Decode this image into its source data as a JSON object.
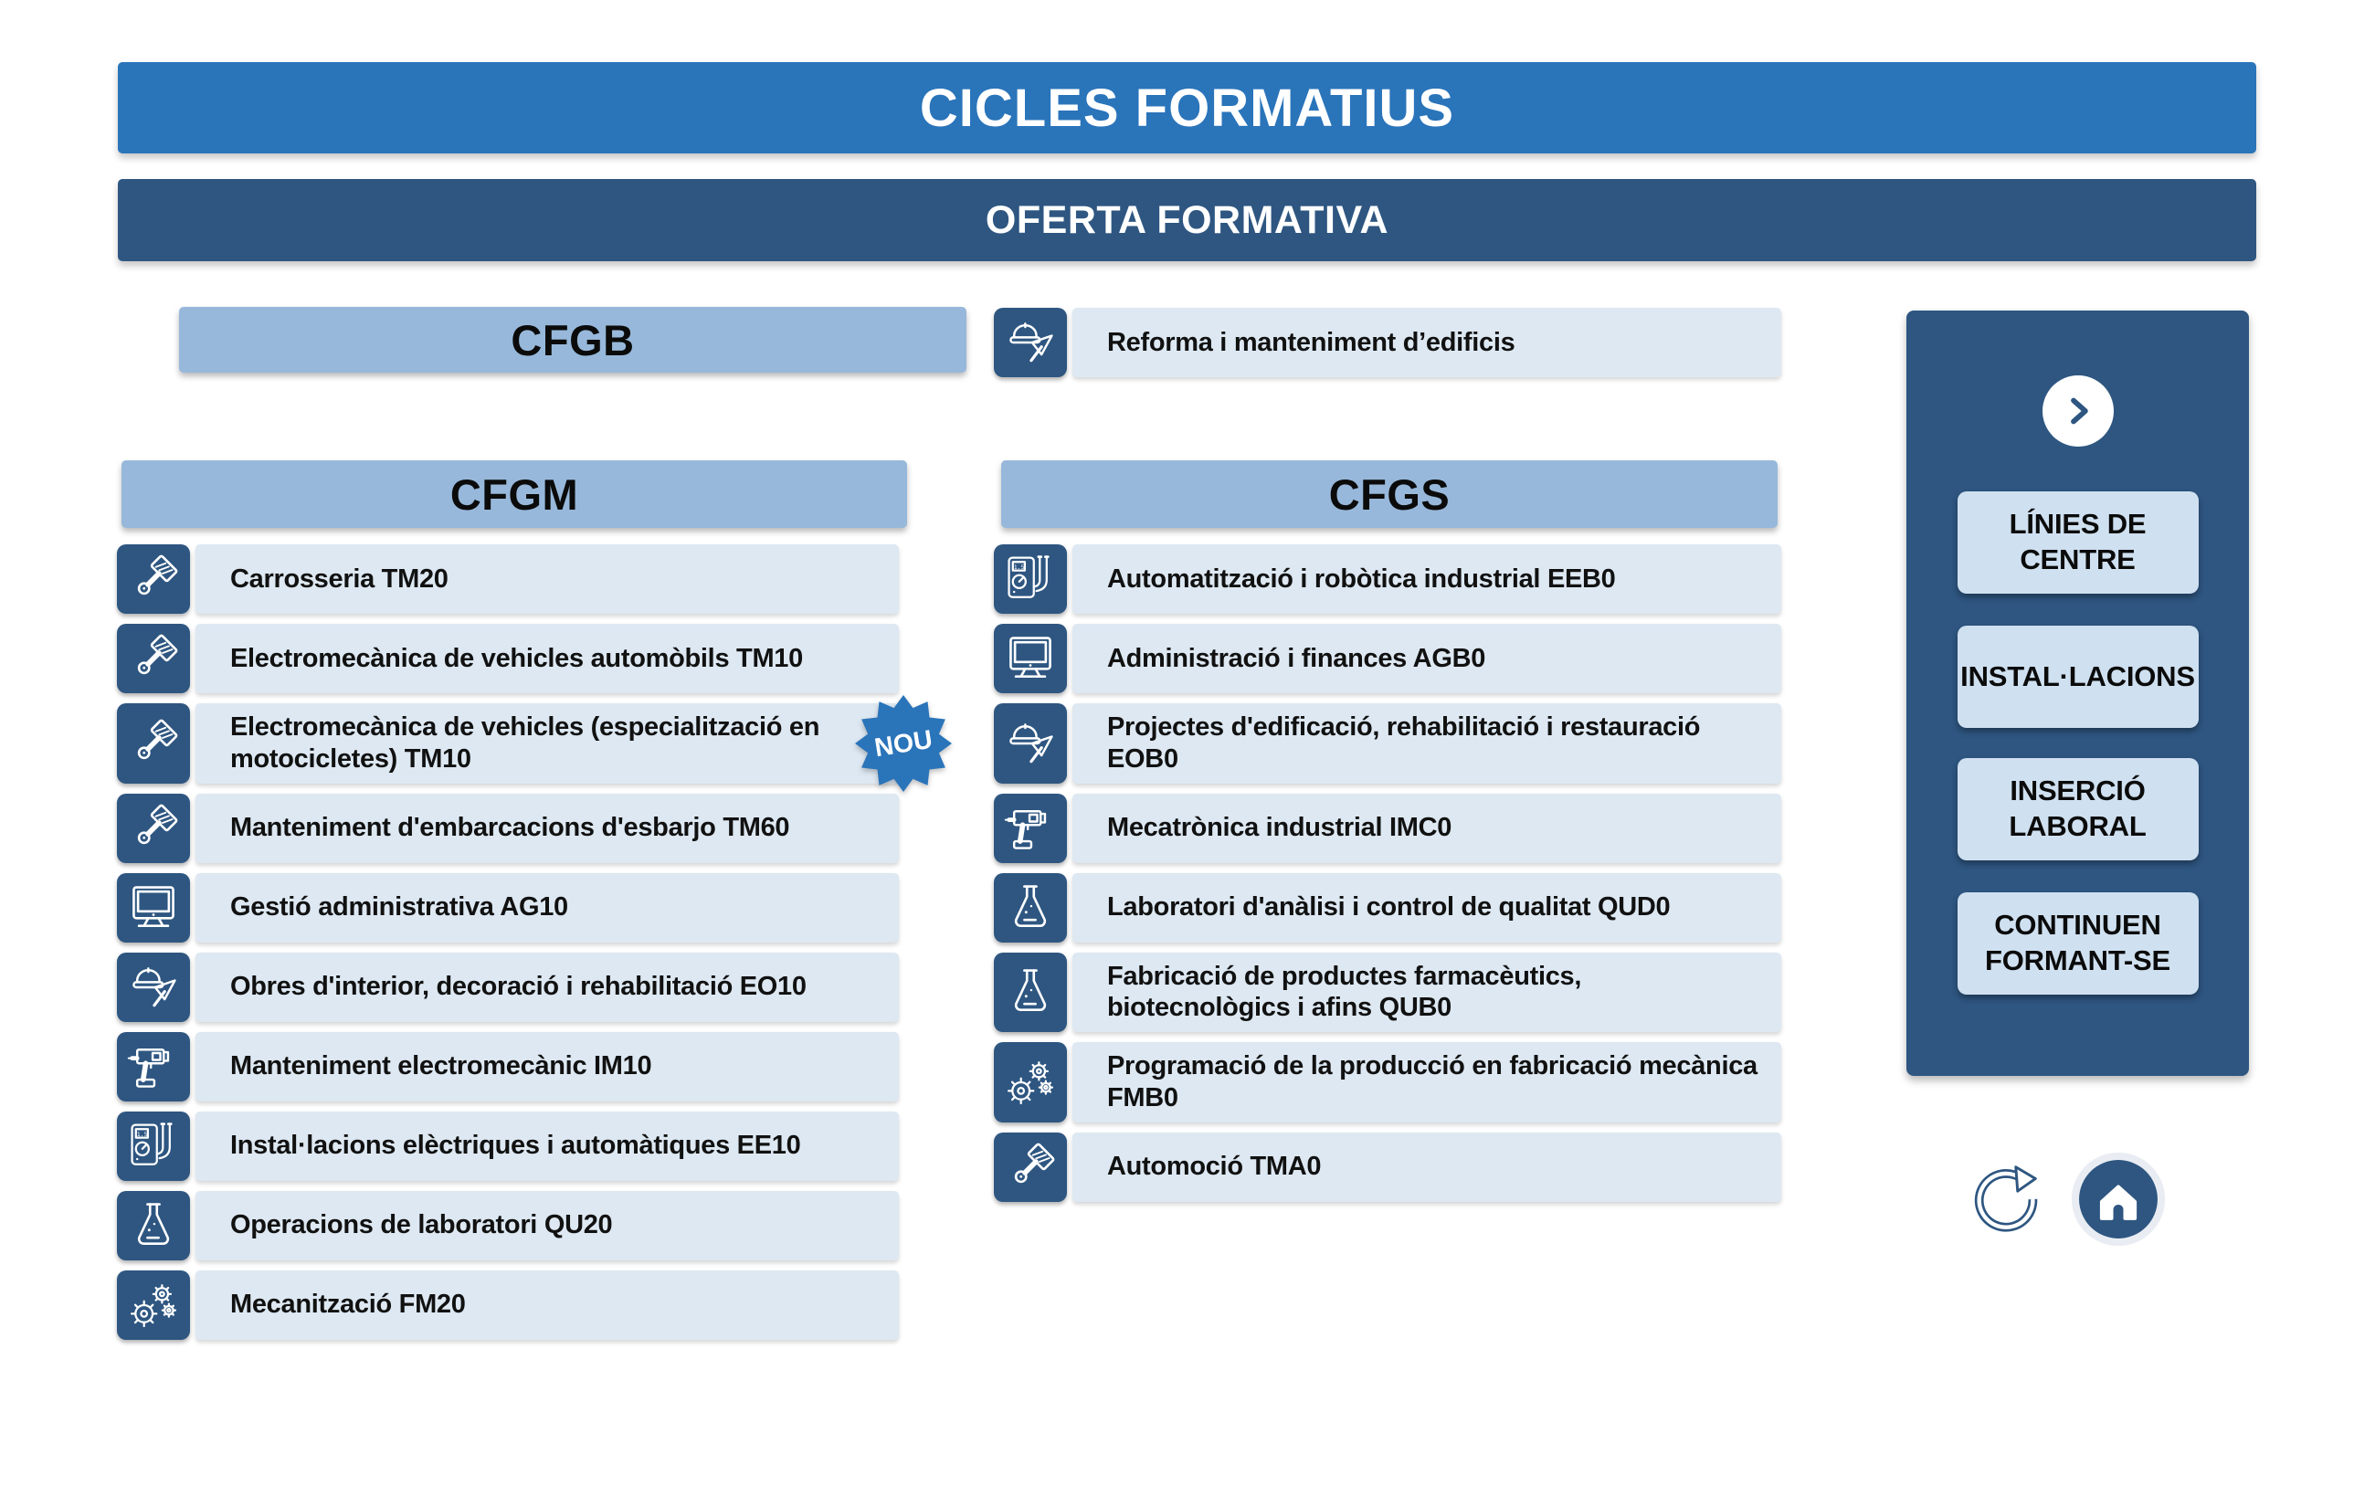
{
  "header": {
    "title": "CICLES FORMATIUS",
    "subtitle": "OFERTA FORMATIVA"
  },
  "sections": {
    "cfgb": {
      "title": "CFGB",
      "items": [
        {
          "icon": "construction-icon",
          "label": "Reforma i manteniment d’edificis"
        }
      ]
    },
    "cfgm": {
      "title": "CFGM",
      "items": [
        {
          "icon": "piston-icon",
          "label": "Carrosseria TM20"
        },
        {
          "icon": "piston-icon",
          "label": "Electromecànica de vehicles automòbils TM10"
        },
        {
          "icon": "piston-icon",
          "label": "Electromecànica de vehicles (especialització en motocicletes) TM10",
          "badge": "NOU"
        },
        {
          "icon": "piston-icon",
          "label": "Manteniment d'embarcacions d'esbarjo TM60"
        },
        {
          "icon": "monitor-icon",
          "label": "Gestió administrativa AG10"
        },
        {
          "icon": "construction-icon",
          "label": "Obres d'interior, decoració i rehabilitació EO10"
        },
        {
          "icon": "drill-icon",
          "label": "Manteniment electromecànic IM10"
        },
        {
          "icon": "multimeter-icon",
          "label": "Instal·lacions elèctriques i automàtiques EE10"
        },
        {
          "icon": "flask-icon",
          "label": "Operacions de laboratori QU20"
        },
        {
          "icon": "gears-icon",
          "label": "Mecanització FM20"
        }
      ]
    },
    "cfgs": {
      "title": "CFGS",
      "items": [
        {
          "icon": "multimeter-icon",
          "label": "Automatització i robòtica industrial EEB0"
        },
        {
          "icon": "monitor-icon",
          "label": "Administració i finances AGB0"
        },
        {
          "icon": "construction-icon",
          "label": "Projectes d'edificació, rehabilitació i restauració EOB0"
        },
        {
          "icon": "drill-icon",
          "label": "Mecatrònica industrial IMC0"
        },
        {
          "icon": "flask-icon",
          "label": "Laboratori d'anàlisi i control de qualitat QUD0"
        },
        {
          "icon": "flask-icon",
          "label": "Fabricació de productes farmacèutics, biotecnològics i afins QUB0"
        },
        {
          "icon": "gears-icon",
          "label": "Programació de la producció en fabricació mecànica FMB0"
        },
        {
          "icon": "piston-icon",
          "label": "Automoció TMA0"
        }
      ]
    }
  },
  "sidebar": {
    "nav_icon": "chevron-right-icon",
    "buttons": [
      {
        "label": "LÍNIES DE CENTRE"
      },
      {
        "label": "INSTAL·LACIONS"
      },
      {
        "label": "INSERCIÓ LABORAL"
      },
      {
        "label": "CONTINUEN FORMANT-SE"
      }
    ],
    "footer_icons": [
      "refresh-icon",
      "home-icon"
    ]
  },
  "badge": {
    "label": "NOU"
  },
  "colors": {
    "primary_blue": "#2a74ba",
    "dark_blue": "#2e5681",
    "header_blue": "#97b8da",
    "row_bg": "#dde8f2",
    "side_button_bg": "#cfe0f0",
    "text": "#111111",
    "white": "#ffffff"
  }
}
